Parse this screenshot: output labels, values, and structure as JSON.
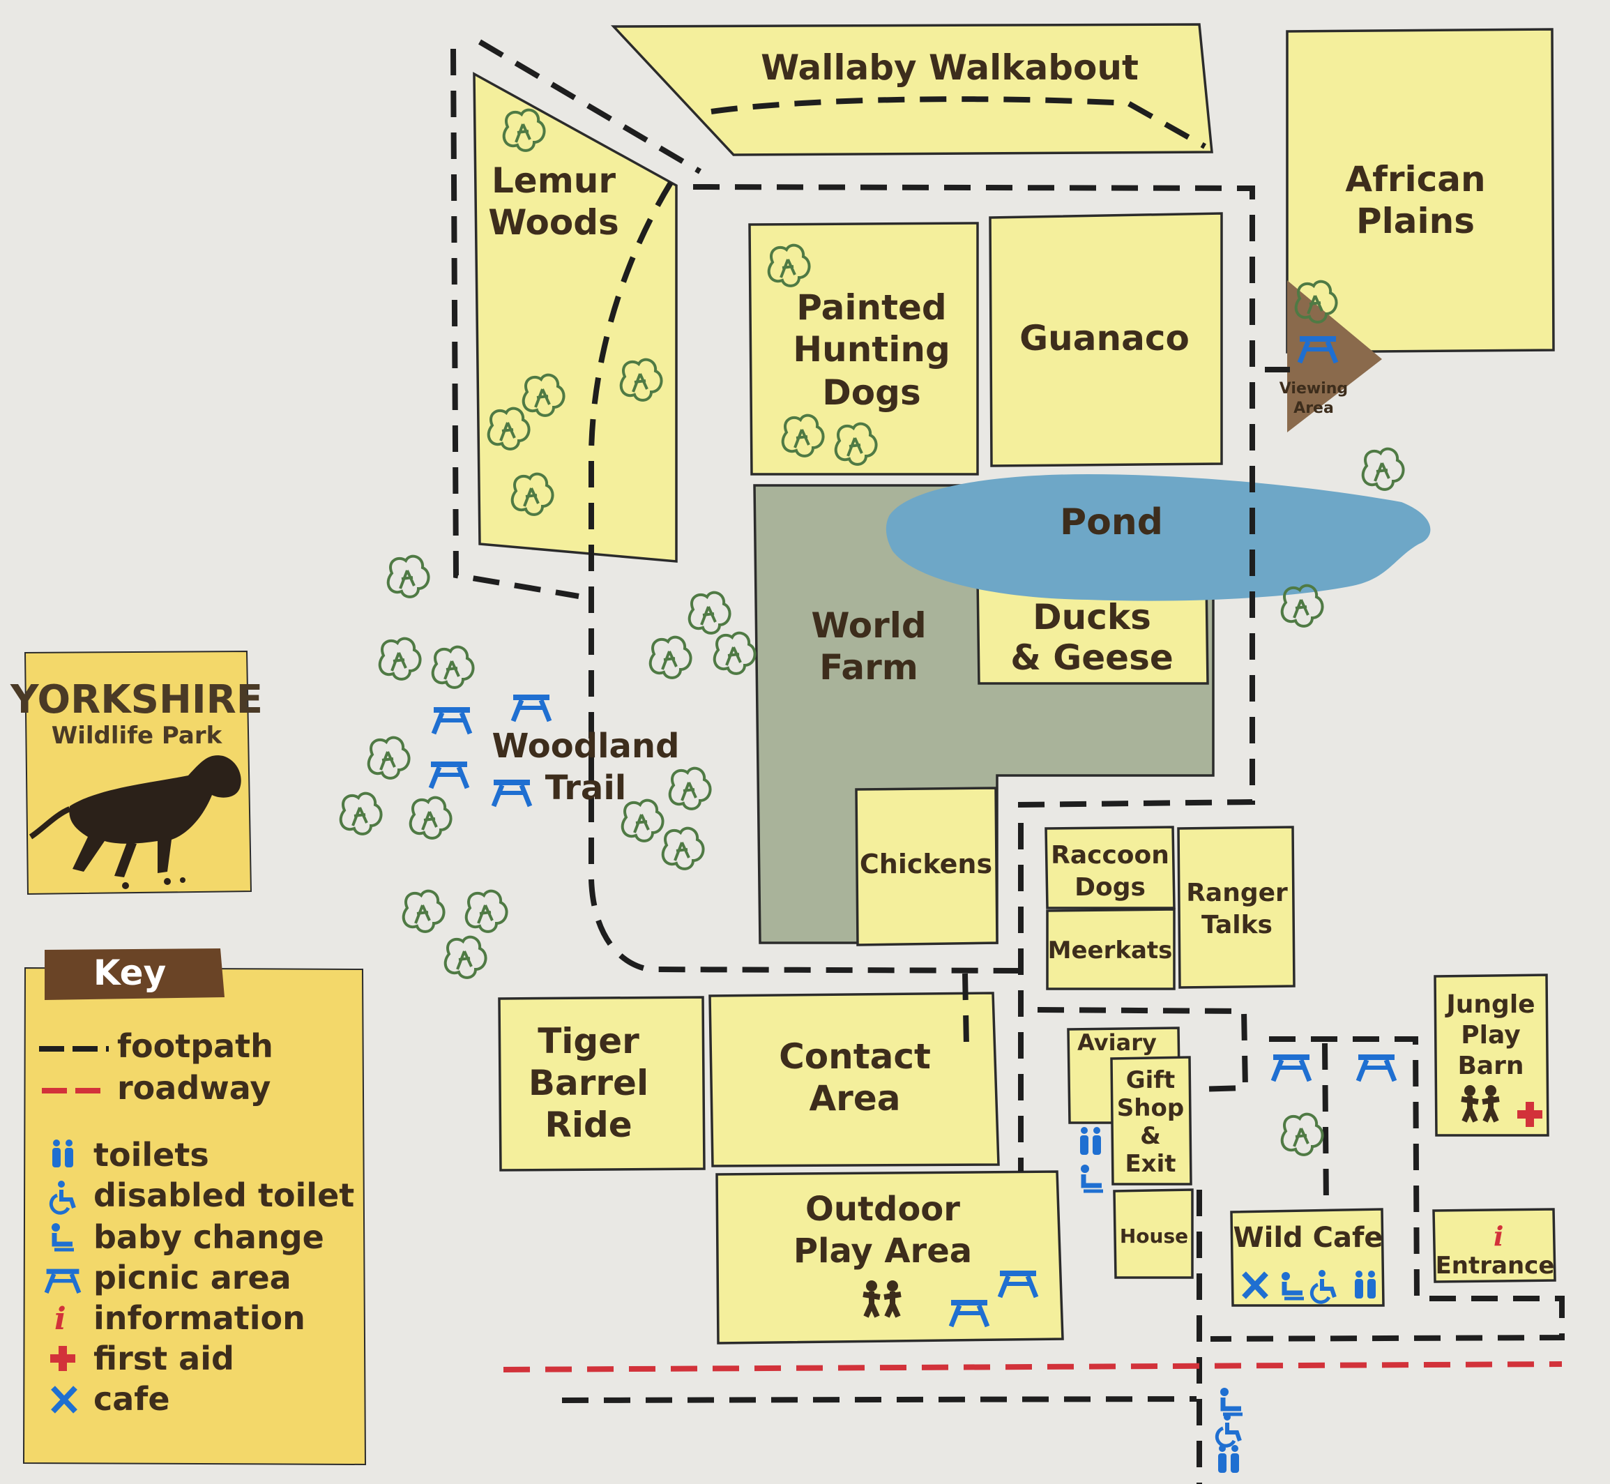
{
  "logo": {
    "line1": "YORKSHIRE",
    "line2": "Wildlife Park"
  },
  "areas": {
    "wallaby": "Wallaby Walkabout",
    "african_1": "African",
    "african_2": "Plains",
    "lemur_1": "Lemur",
    "lemur_2": "Woods",
    "dogs_1": "Painted",
    "dogs_2": "Hunting",
    "dogs_3": "Dogs",
    "guanaco": "Guanaco",
    "viewing_1": "Viewing",
    "viewing_2": "Area",
    "pond": "Pond",
    "world_1": "World",
    "world_2": "Farm",
    "ducks_1": "Ducks",
    "ducks_2": "& Geese",
    "woodland_1": "Woodland",
    "woodland_2": "Trail",
    "chickens": "Chickens",
    "raccoon_1": "Raccoon",
    "raccoon_2": "Dogs",
    "meerkats": "Meerkats",
    "ranger_1": "Ranger",
    "ranger_2": "Talks",
    "tiger_1": "Tiger",
    "tiger_2": "Barrel",
    "tiger_3": "Ride",
    "contact_1": "Contact",
    "contact_2": "Area",
    "aviary": "Aviary",
    "gift_1": "Gift",
    "gift_2": "Shop",
    "gift_3": "&",
    "gift_4": "Exit",
    "jungle_1": "Jungle",
    "jungle_2": "Play",
    "jungle_3": "Barn",
    "outdoor_1": "Outdoor",
    "outdoor_2": "Play Area",
    "house": "House",
    "cafe": "Wild Cafe",
    "entrance": "Entrance"
  },
  "key": {
    "title": "Key",
    "items": [
      {
        "label": "footpath",
        "icon": "footpath-line"
      },
      {
        "label": "roadway",
        "icon": "roadway-line"
      },
      {
        "label": "toilets",
        "icon": "toilets-icon"
      },
      {
        "label": "disabled toilet",
        "icon": "disabled-toilet-icon"
      },
      {
        "label": "baby change",
        "icon": "baby-change-icon"
      },
      {
        "label": "picnic area",
        "icon": "picnic-icon"
      },
      {
        "label": "information",
        "icon": "information-icon"
      },
      {
        "label": "first aid",
        "icon": "first-aid-icon"
      },
      {
        "label": "cafe",
        "icon": "cafe-icon"
      }
    ]
  },
  "colors": {
    "enclosure": "#f4ef9c",
    "farm": "#a9b39a",
    "pond": "#6ea7c7",
    "key_panel": "#f3d86a",
    "key_header": "#6a4426",
    "footpath": "#1e1e1e",
    "roadway": "#d2323a",
    "facility_icons": "#1f6fd1",
    "first_aid": "#d2323a",
    "viewing_area": "#8a6a4c"
  }
}
